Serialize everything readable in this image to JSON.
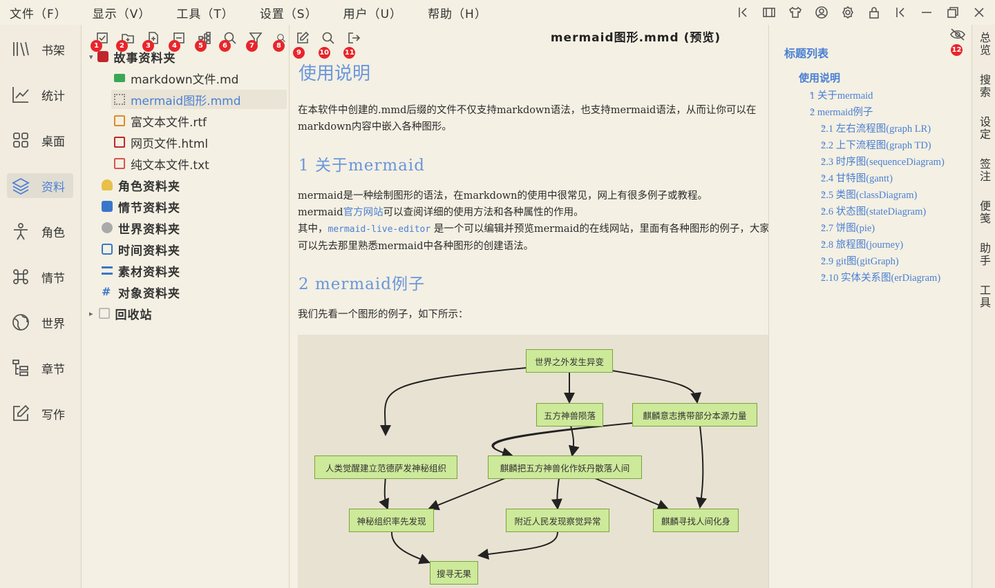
{
  "menu": [
    "文件（F）",
    "显示（V）",
    "工具（T）",
    "设置（S）",
    "用户（U）",
    "帮助（H）"
  ],
  "nav": [
    {
      "label": "书架",
      "icon": "bookshelf-icon"
    },
    {
      "label": "统计",
      "icon": "chart-icon"
    },
    {
      "label": "桌面",
      "icon": "desktop-grid-icon"
    },
    {
      "label": "资料",
      "icon": "layers-icon"
    },
    {
      "label": "角色",
      "icon": "person-icon"
    },
    {
      "label": "情节",
      "icon": "command-icon"
    },
    {
      "label": "世界",
      "icon": "globe-icon"
    },
    {
      "label": "章节",
      "icon": "list-tree-icon"
    },
    {
      "label": "写作",
      "icon": "edit-icon"
    }
  ],
  "file_toolbar_badges": [
    "1",
    "2",
    "3",
    "4",
    "5",
    "6",
    "7",
    "8"
  ],
  "doc_toolbar_badges": [
    "9",
    "10",
    "11"
  ],
  "outline_badge": "12",
  "tree": [
    {
      "label": "故事资料夹",
      "kind": "folder-root"
    },
    {
      "label": "markdown文件.md",
      "kind": "md"
    },
    {
      "label": "mermaid图形.mmd",
      "kind": "mmd"
    },
    {
      "label": "富文本文件.rtf",
      "kind": "rtf"
    },
    {
      "label": "网页文件.html",
      "kind": "html"
    },
    {
      "label": "纯文本文件.txt",
      "kind": "txt"
    },
    {
      "label": "角色资料夹",
      "kind": "folder"
    },
    {
      "label": "情节资料夹",
      "kind": "folder"
    },
    {
      "label": "世界资料夹",
      "kind": "folder"
    },
    {
      "label": "时间资料夹",
      "kind": "folder"
    },
    {
      "label": "素材资料夹",
      "kind": "folder"
    },
    {
      "label": "对象资料夹",
      "kind": "folder"
    },
    {
      "label": "回收站",
      "kind": "trash"
    }
  ],
  "doc": {
    "title": "mermaid图形.mmd (预览)",
    "h1": "使用说明",
    "p1": "在本软件中创建的.mmd后缀的文件不仅支持markdown语法，也支持mermaid语法，从而让你可以在markdown内容中嵌入各种图形。",
    "h2_1": "1 关于mermaid",
    "p2a": "mermaid是一种绘制图形的语法，在markdown的使用中很常见，网上有很多例子或教程。",
    "p2b_pre": "mermaid",
    "p2b_link": "官方网站",
    "p2b_post": "可以查阅详细的使用方法和各种属性的作用。",
    "p2c_pre": "其中，",
    "p2c_code": "mermaid-live-editor",
    "p2c_post": " 是一个可以编辑并预览mermaid的在线网站，里面有各种图形的例子，大家可以先去那里熟悉mermaid中各种图形的创建语法。",
    "h2_2": "2 mermaid例子",
    "p3": "我们先看一个图形的例子，如下所示："
  },
  "diagram_nodes": [
    "世界之外发生异变",
    "五方神兽陨落",
    "麒麟意志携带部分本源力量",
    "人类觉醒建立范德萨发神秘组织",
    "麒麟把五方神兽化作妖丹散落人间",
    "神秘组织率先发现",
    "附近人民发现察觉异常",
    "麒麟寻找人间化身",
    "搜寻无果"
  ],
  "outline": {
    "title": "标题列表",
    "items": [
      "使用说明",
      "1 关于mermaid",
      "2 mermaid例子",
      "2.1 左右流程图(graph LR)",
      "2.2 上下流程图(graph TD)",
      "2.3 时序图(sequenceDiagram)",
      "2.4 甘特图(gantt)",
      "2.5 类图(classDiagram)",
      "2.6 状态图(stateDiagram)",
      "2.7 饼图(pie)",
      "2.8 旅程图(journey)",
      "2.9 git图(gitGraph)",
      "2.10 实体关系图(erDiagram)"
    ]
  },
  "rightbar": [
    "总览",
    "搜索",
    "设定",
    "签注",
    "便笺",
    "助手",
    "工具"
  ],
  "colors": {
    "accent": "#4a7fd4",
    "heading": "#6a96dc",
    "badge": "#e8252b",
    "node_fill": "#cde99a",
    "node_border": "#7aa33b"
  }
}
